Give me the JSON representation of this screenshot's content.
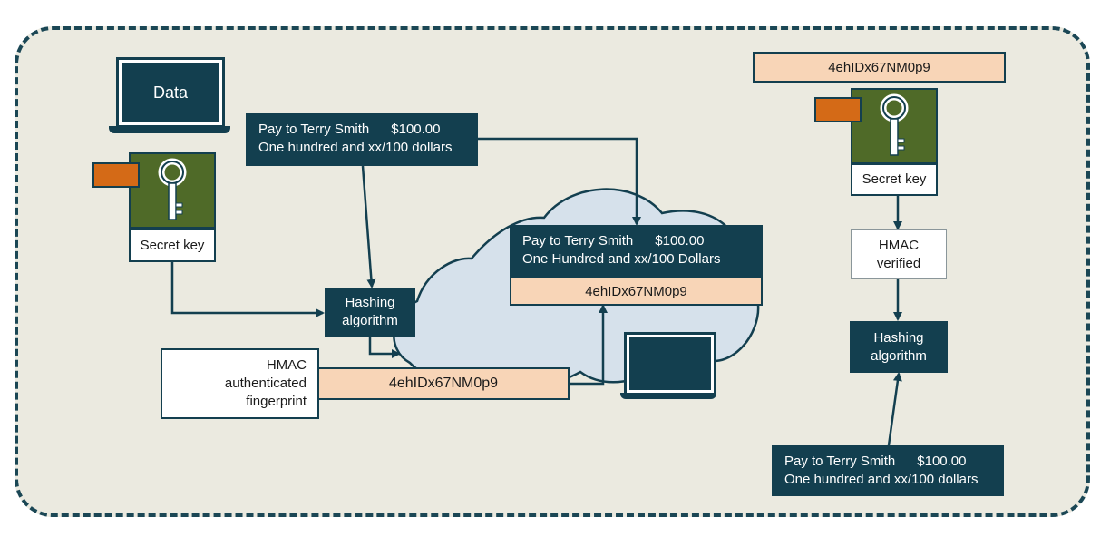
{
  "laptop": {
    "screen_label": "Data"
  },
  "left_key": {
    "label": "Secret key"
  },
  "right_key": {
    "label": "Secret key"
  },
  "top_message": {
    "payee": "Pay to Terry Smith",
    "amount": "$100.00",
    "words": "One hundred and xx/100 dollars"
  },
  "cloud_message": {
    "payee": "Pay to Terry Smith",
    "amount": "$100.00",
    "words": "One Hundred and xx/100 Dollars",
    "hash": "4ehIDx67NM0p9"
  },
  "left_hashing": {
    "label_line1": "Hashing",
    "label_line2": "algorithm"
  },
  "fingerprint": {
    "line1": "HMAC",
    "line2": "authenticated",
    "line3": "fingerprint",
    "hash": "4ehIDx67NM0p9"
  },
  "right_hash": {
    "value": "4ehIDx67NM0p9"
  },
  "hmac_verified": {
    "line1": "HMAC",
    "line2": "verified"
  },
  "right_hashing": {
    "label_line1": "Hashing",
    "label_line2": "algorithm"
  },
  "bottom_message": {
    "payee": "Pay to Terry Smith",
    "amount": "$100.00",
    "words": "One hundred and xx/100 dollars"
  },
  "colors": {
    "dark_teal": "#133f4f",
    "peach": "#f8d5b7",
    "olive": "#4f6a28",
    "orange": "#d46a17",
    "cloud": "#d6e1eb",
    "background": "#ebeae0"
  }
}
